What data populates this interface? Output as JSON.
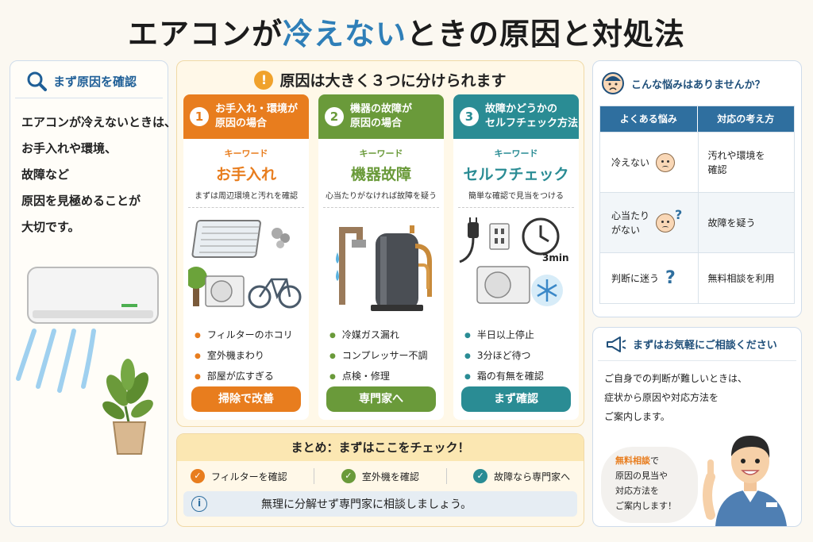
{
  "title": {
    "part1": "エアコンが",
    "highlight": "冷えない",
    "part2": "ときの原因と対処法"
  },
  "left": {
    "heading": "まず原因を確認",
    "lines": [
      "エアコンが冷えないときは、",
      "お手入れや環境、",
      "故障など",
      "原因を見極めることが",
      "大切です。"
    ]
  },
  "center": {
    "heading": "原因は大きく３つに分けられます",
    "warn_icon": "!",
    "keyword_label": "キーワード",
    "columns": [
      {
        "num": "1",
        "title1": "お手入れ・環境が",
        "title2": "原因の場合",
        "keyword": "お手入れ",
        "sub": "まずは周辺環境と汚れを確認",
        "bullets": [
          "フィルターのホコリ",
          "室外機まわり",
          "部屋が広すぎる"
        ],
        "button": "掃除で改善"
      },
      {
        "num": "2",
        "title1": "機器の故障が",
        "title2": "原因の場合",
        "keyword": "機器故障",
        "sub": "心当たりがなければ故障を疑う",
        "bullets": [
          "冷媒ガス漏れ",
          "コンプレッサー不調",
          "点検・修理"
        ],
        "button": "専門家へ"
      },
      {
        "num": "3",
        "title1": "故障かどうかの",
        "title2": "セルフチェック方法",
        "keyword": "セルフチェック",
        "sub": "簡単な確認で見当をつける",
        "bullets": [
          "半日以上停止",
          "3分ほど待つ",
          "霜の有無を確認"
        ],
        "button": "まず確認",
        "timer_label": "3min"
      }
    ]
  },
  "summary": {
    "heading": "まとめ：まずはここをチェック！",
    "items": [
      "フィルターを確認",
      "室外機を確認",
      "故障なら専門家へ"
    ],
    "note": "無理に分解せず専門家に相談しましょう。",
    "info_icon": "i"
  },
  "right_top": {
    "heading": "こんな悩みはありませんか？",
    "col1": "よくある悩み",
    "col2": "対応の考え方",
    "rows": [
      {
        "a": "冷えない",
        "b1": "汚れや環境を",
        "b2": "確認"
      },
      {
        "a1": "心当たり",
        "a2": "がない",
        "b1": "故障を疑う",
        "b2": ""
      },
      {
        "a": "判断に迷う",
        "b1": "無料相談を利用",
        "b2": ""
      }
    ]
  },
  "right_bottom": {
    "heading": "まずはお気軽にご相談ください",
    "lines": [
      "ご自身での判断が難しいときは、",
      "症状から原因や対応方法を",
      "ご案内します。"
    ],
    "bubble_em": "無料相談",
    "bubble_rest": "で",
    "bubble_lines": [
      "原因の見当や",
      "対応方法を",
      "ご案内します！"
    ]
  },
  "colors": {
    "orange": "#e87d1e",
    "green": "#6a9a3a",
    "teal": "#2a8c94",
    "navy": "#2f6f9f"
  },
  "icons": [
    "search-icon",
    "warning-icon",
    "worried-face-icon",
    "megaphone-icon",
    "check-icon",
    "info-icon",
    "clock-icon",
    "snowflake-icon"
  ]
}
